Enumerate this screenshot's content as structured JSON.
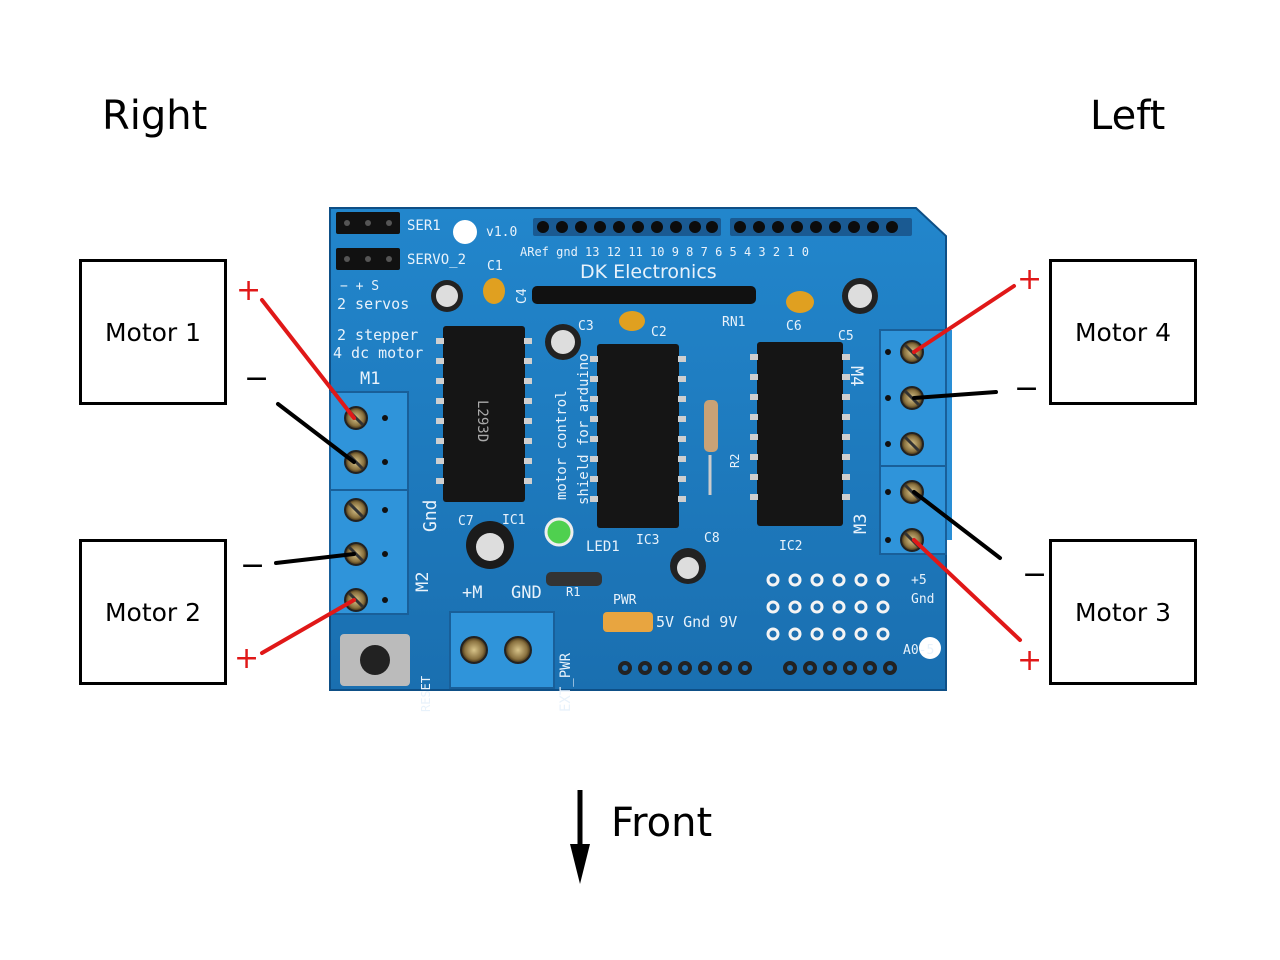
{
  "labels": {
    "right": "Right",
    "left": "Left",
    "front": "Front"
  },
  "motors": [
    {
      "id": "m1",
      "label": "Motor 1"
    },
    {
      "id": "m2",
      "label": "Motor 2"
    },
    {
      "id": "m3",
      "label": "Motor 3"
    },
    {
      "id": "m4",
      "label": "Motor 4"
    }
  ],
  "polarity": {
    "plus": "+",
    "minus": "−"
  },
  "board": {
    "brand": "DK Electronics",
    "version": "v1.0",
    "silk": {
      "ser1": "SER1",
      "servo2": "SERVO_2",
      "servo_pins": "− + S",
      "servos": "2 servos",
      "stepper": "2 stepper",
      "dc": "4 dc motor",
      "aref": "ARef gnd 13 12 11 10  9  8    7  6  5  4  3  2  1  0",
      "m1": "M1",
      "m2": "M2",
      "m3": "M3",
      "m4": "M4",
      "c1": "C1",
      "c2": "C2",
      "c3": "C3",
      "c4": "C4",
      "c5": "C5",
      "c6": "C6",
      "c7": "C7",
      "c8": "C8",
      "ic1": "IC1",
      "ic2": "IC2",
      "ic3": "IC3",
      "rn1": "RN1",
      "r1": "R1",
      "r2": "R2",
      "led1": "LED1",
      "gnd": "Gnd",
      "gnd2": "GND",
      "plus_m": "+M",
      "ext_pwr": "EXT_PWR",
      "reset": "RESET",
      "pwr": "PWR",
      "power_row": "5V  Gnd  9V",
      "plus5": "+5",
      "gnd3": "Gnd",
      "a05": "A0-5",
      "motor_control": "motor control",
      "shield": "shield for arduino",
      "chip": "L293D"
    }
  },
  "colors": {
    "board": "#1f7fc6",
    "terminal": "#2a8fd6",
    "red_wire": "#e01818",
    "black_wire": "#000000"
  }
}
